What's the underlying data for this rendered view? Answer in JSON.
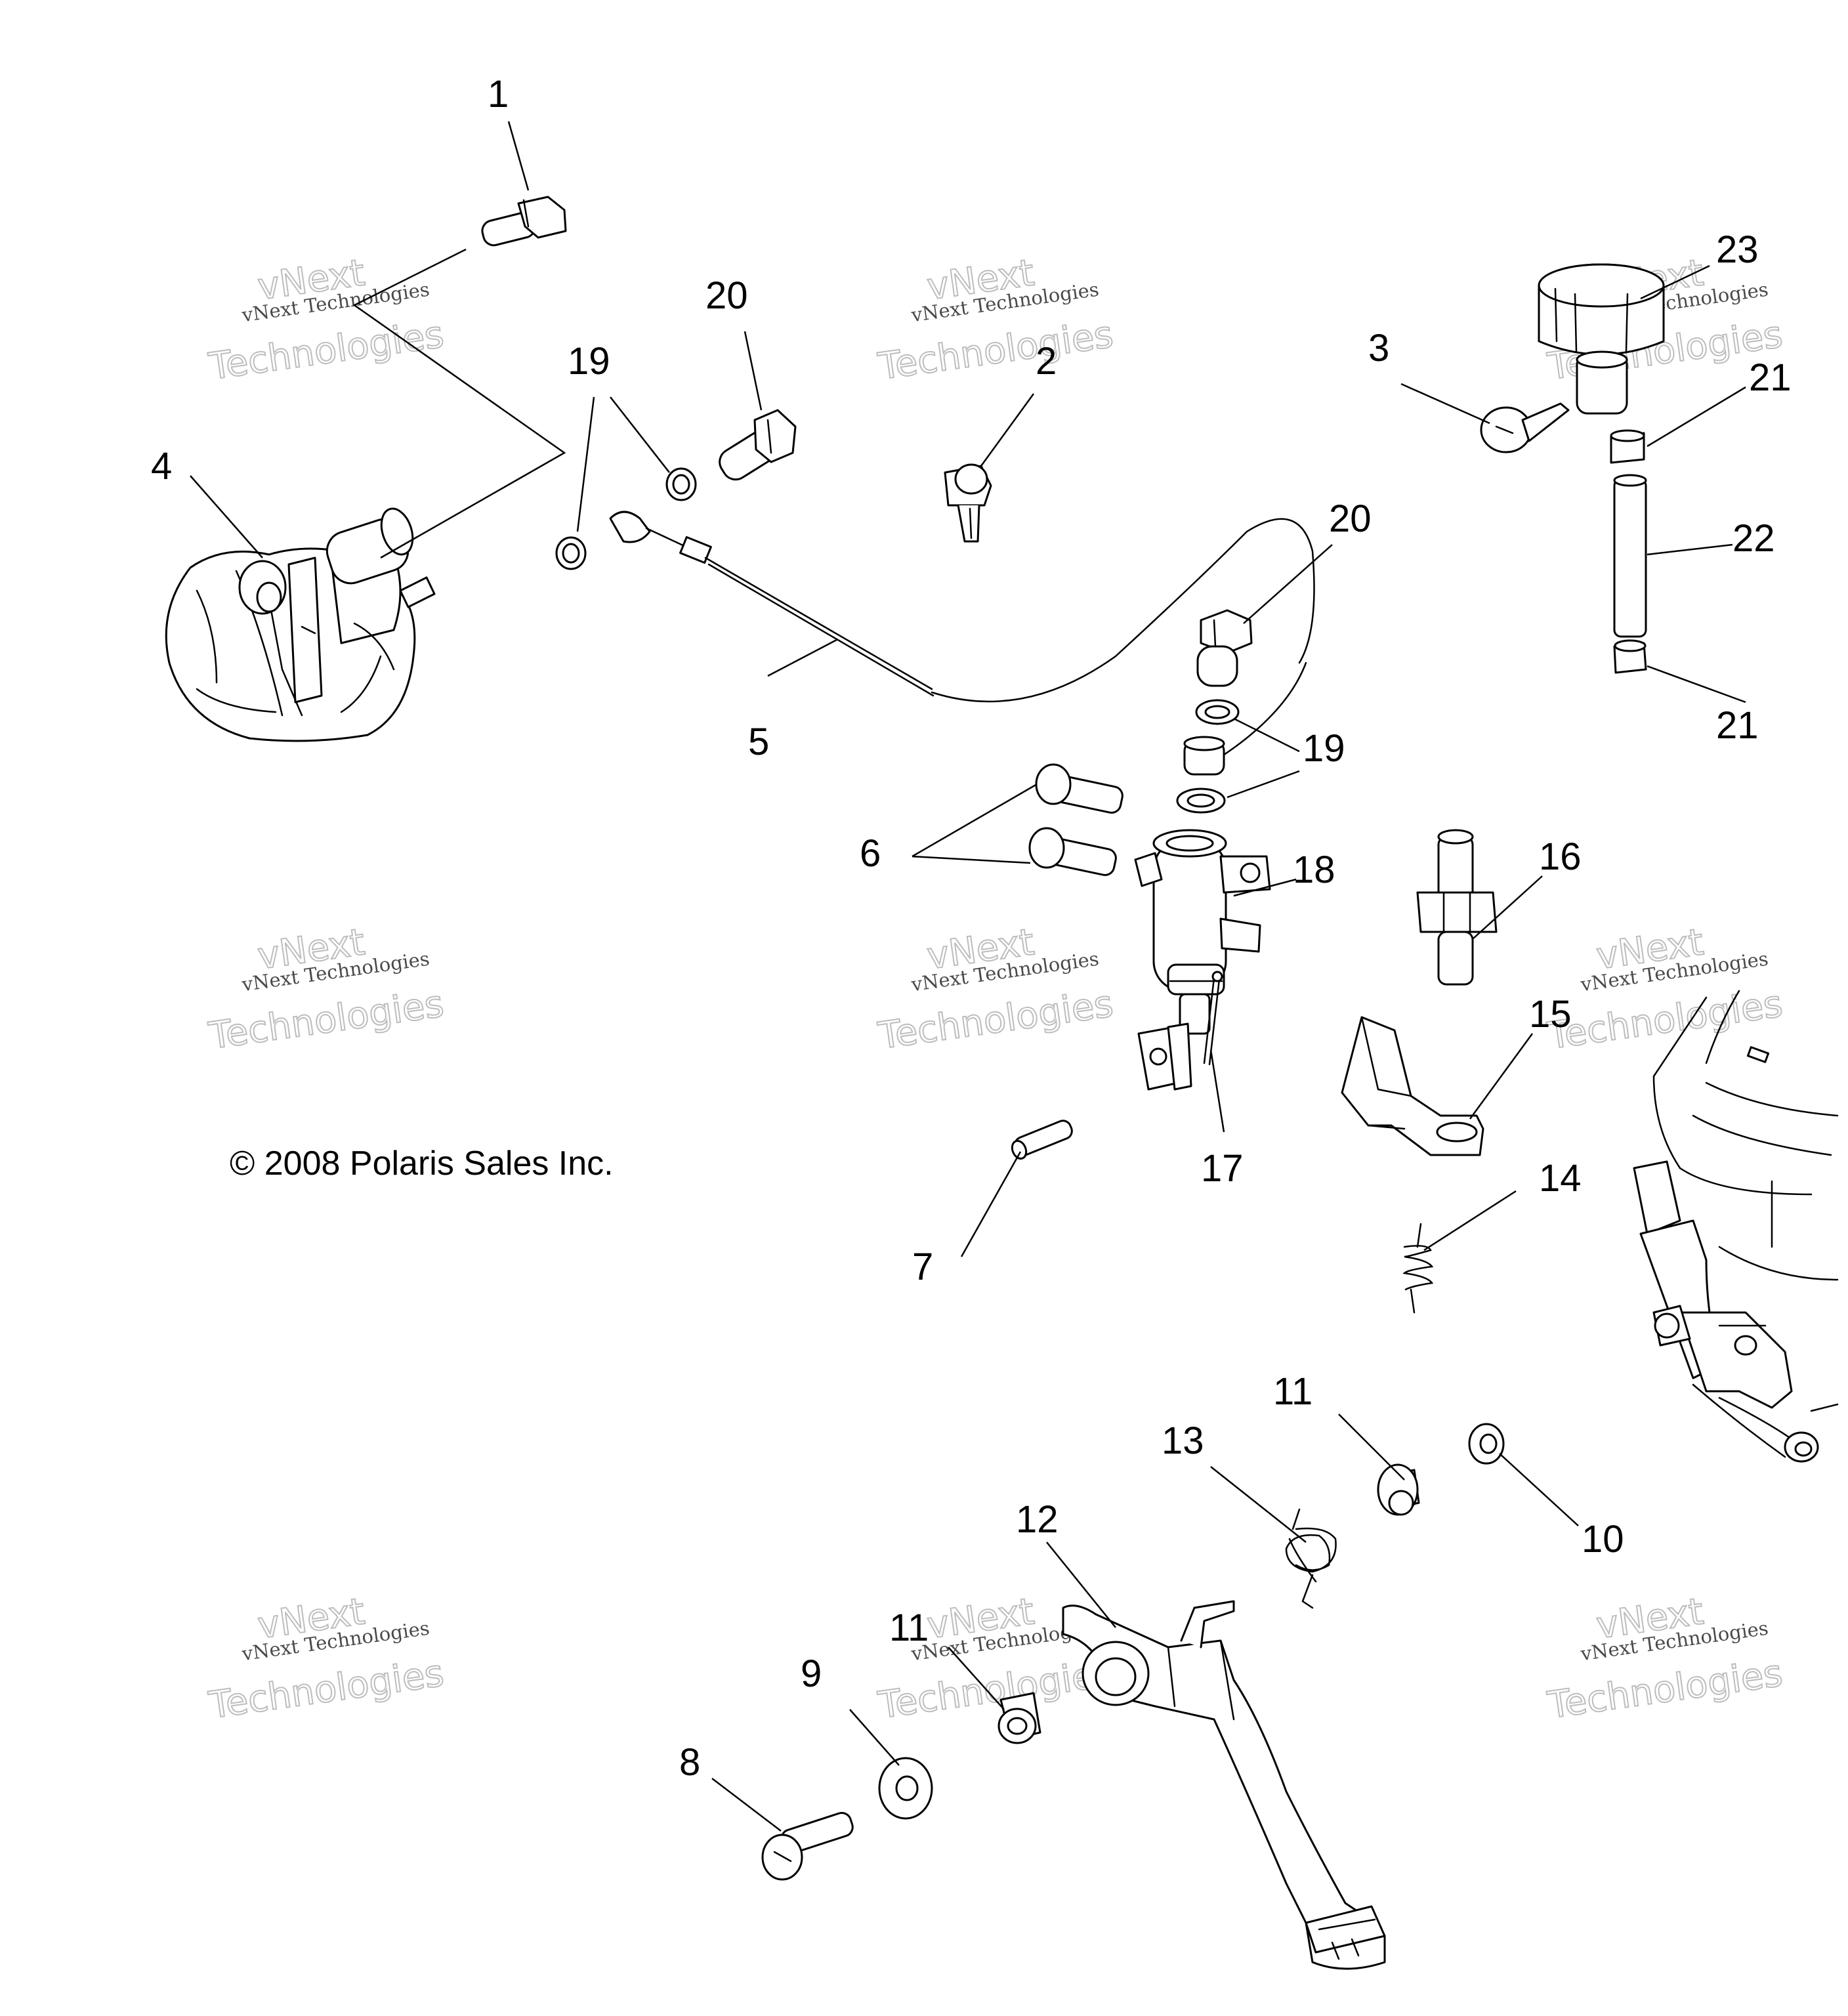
{
  "copyright": "© 2008 Polaris Sales Inc.",
  "watermark": {
    "line1": "vNext Technologies",
    "big1": "vNext",
    "big2": "Technologies"
  },
  "callouts": {
    "c1": "1",
    "c2": "2",
    "c3": "3",
    "c4": "4",
    "c5": "5",
    "c6": "6",
    "c7": "7",
    "c8": "8",
    "c9": "9",
    "c10": "10",
    "c11a": "11",
    "c11b": "11",
    "c12": "12",
    "c13": "13",
    "c14": "14",
    "c15": "15",
    "c16": "16",
    "c17": "17",
    "c18": "18",
    "c19a": "19",
    "c19b": "19",
    "c20a": "20",
    "c20b": "20",
    "c21a": "21",
    "c21b": "21",
    "c22": "22",
    "c23": "23"
  }
}
